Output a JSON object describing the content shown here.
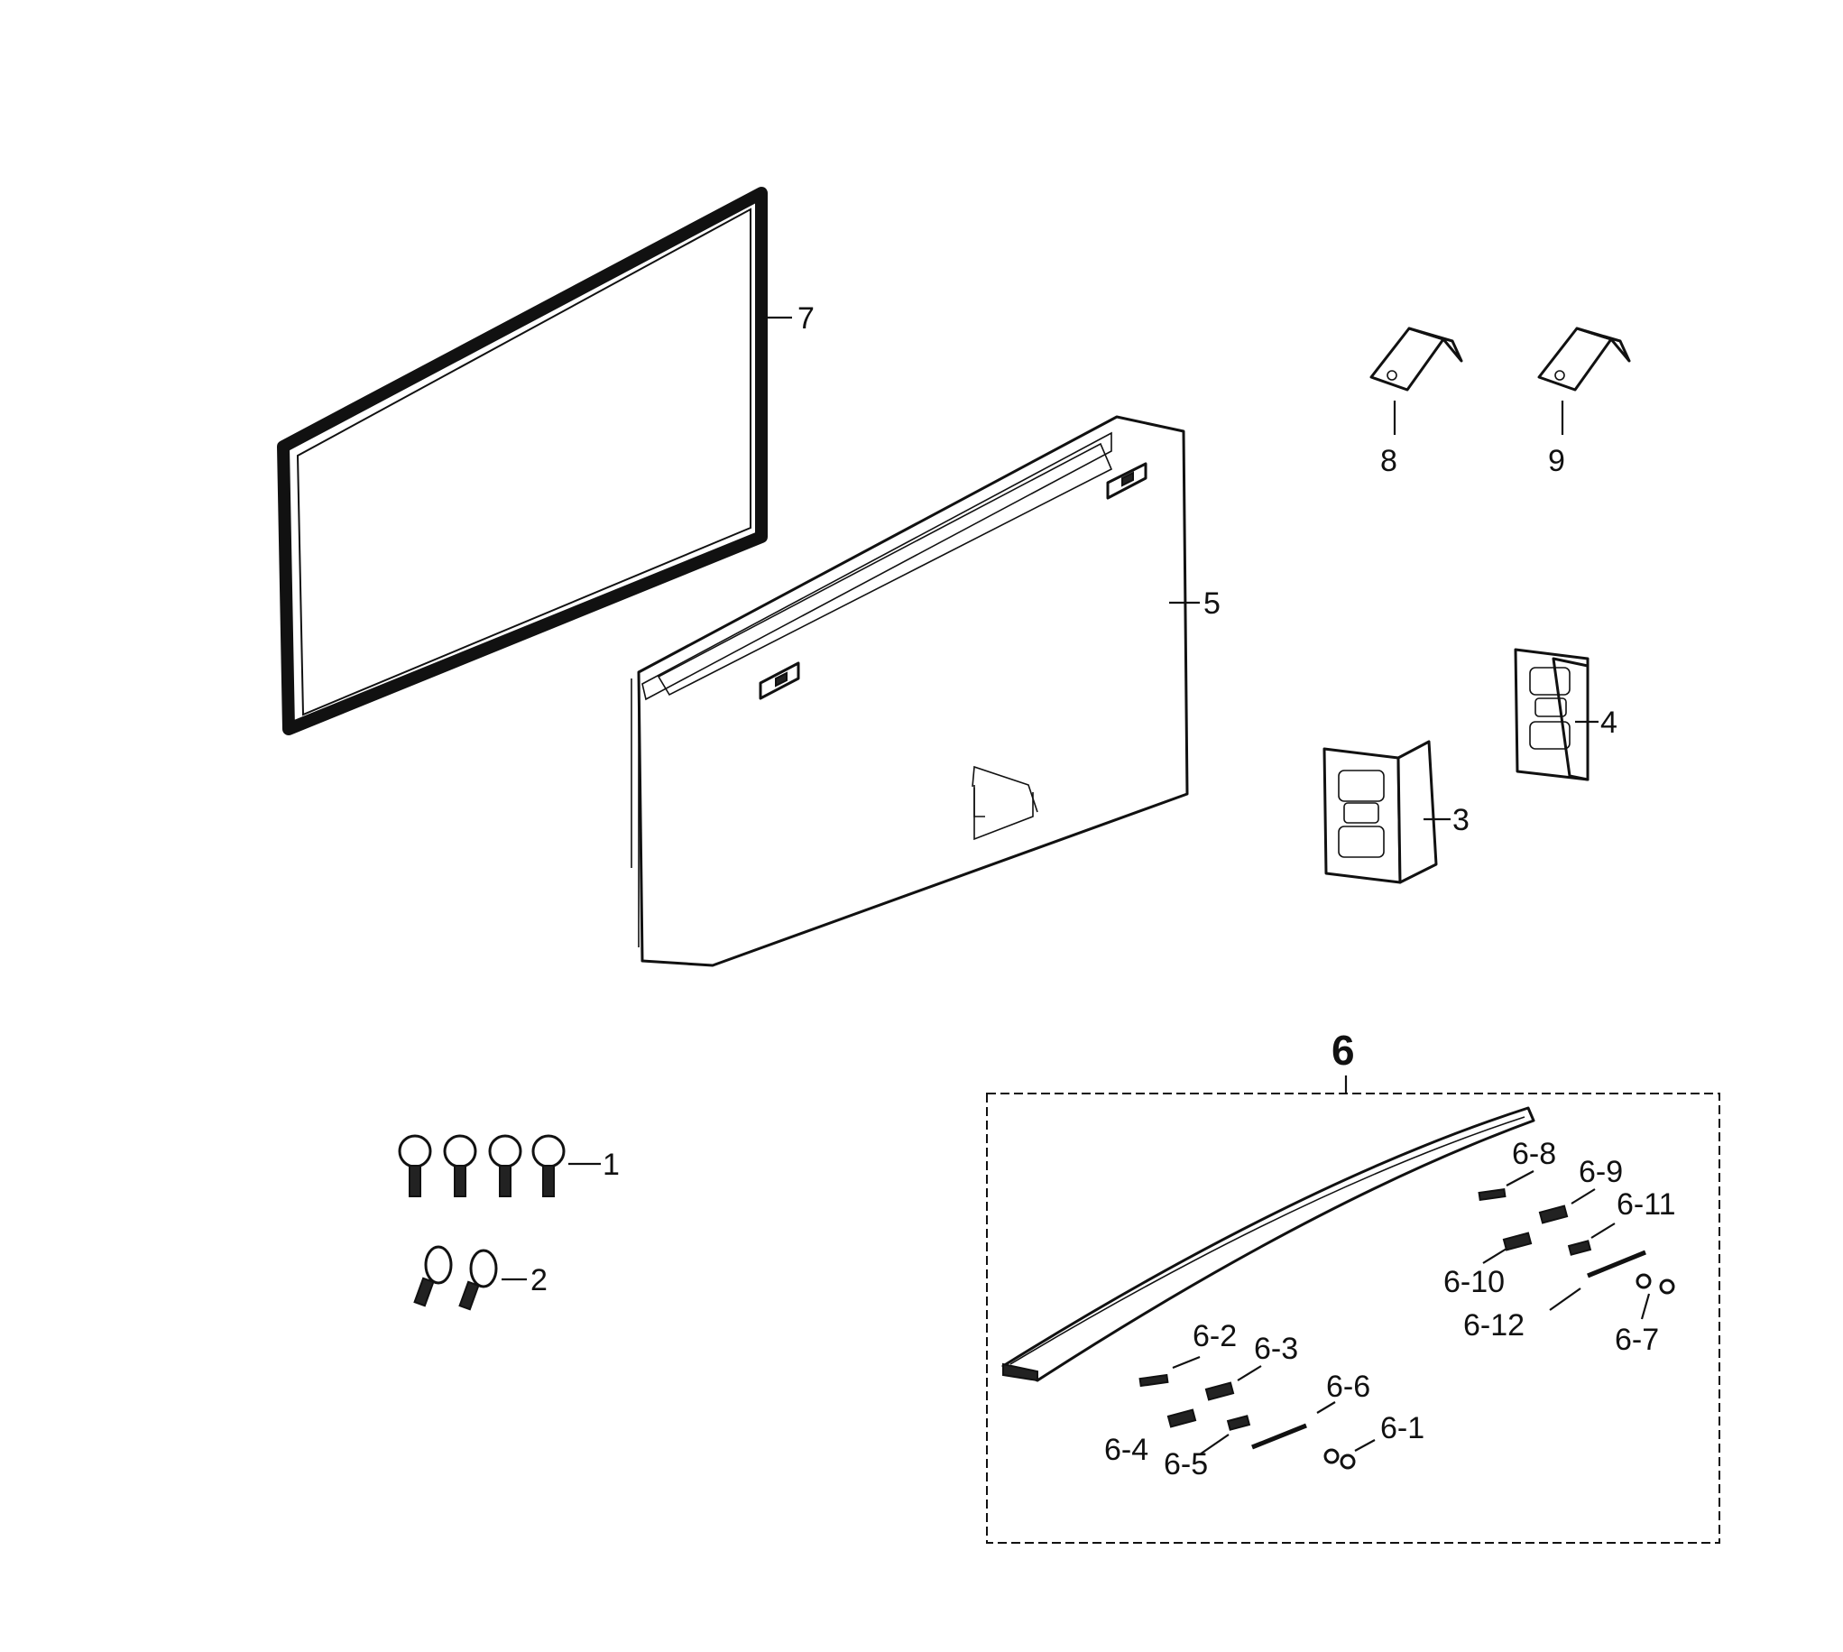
{
  "callouts": {
    "p1": "1",
    "p2": "2",
    "p3": "3",
    "p4": "4",
    "p5": "5",
    "p6": "6",
    "p7": "7",
    "p8": "8",
    "p9": "9",
    "p6_1": "6-1",
    "p6_2": "6-2",
    "p6_3": "6-3",
    "p6_4": "6-4",
    "p6_5": "6-5",
    "p6_6": "6-6",
    "p6_7": "6-7",
    "p6_8": "6-8",
    "p6_9": "6-9",
    "p6_10": "6-10",
    "p6_11": "6-11",
    "p6_12": "6-12"
  }
}
